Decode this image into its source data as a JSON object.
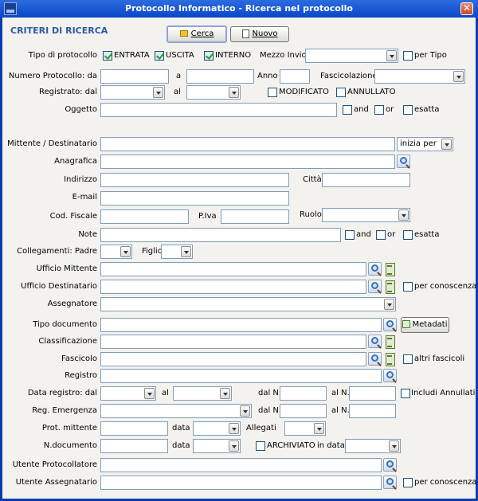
{
  "window": {
    "title": "Protocollo Informatico - Ricerca nel protocollo",
    "close_glyph": "✕"
  },
  "section_title": "CRITERI DI RICERCA",
  "buttons": {
    "cerca": "Cerca",
    "nuovo": "Nuovo",
    "metadati": "Metadati"
  },
  "labels": {
    "tipo_protocollo": "Tipo di protocollo",
    "entrata": "ENTRATA",
    "uscita": "USCITA",
    "interno": "INTERNO",
    "mezzo_invio": "Mezzo Invio",
    "per_tipo": "per Tipo",
    "numero_protocollo": "Numero Protocollo:  da",
    "a": "a",
    "anno": "Anno",
    "fascicolazione": "Fascicolazione",
    "registrato_dal": "Registrato: dal",
    "al": "al",
    "modificato": "MODIFICATO",
    "annullato": "ANNULLATO",
    "oggetto": "Oggetto",
    "and": "and",
    "or": "or",
    "esatta": "esatta",
    "mittente_destinatario": "Mittente / Destinatario",
    "anagrafica": "Anagrafica",
    "indirizzo": "Indirizzo",
    "citta": "Città",
    "email": "E-mail",
    "cod_fiscale": "Cod. Fiscale",
    "piva": "P.Iva",
    "ruolo": "Ruolo",
    "note": "Note",
    "collegamenti_padre": "Collegamenti: Padre",
    "figlio": "Figlio",
    "ufficio_mittente": "Ufficio Mittente",
    "ufficio_destinatario": "Ufficio Destinatario",
    "per_conoscenza": "per conoscenza",
    "assegnatore": "Assegnatore",
    "tipo_documento": "Tipo documento",
    "classificazione": "Classificazione",
    "fascicolo": "Fascicolo",
    "altri_fascicoli": "altri fascicoli",
    "registro": "Registro",
    "data_registro_dal": "Data registro: dal",
    "dal_n": "dal N.",
    "al_n": "al N.",
    "includi_annullati": "Includi Annullati",
    "reg_emergenza": "Reg. Emergenza",
    "prot_mittente": "Prot. mittente",
    "data": "data",
    "allegati": "Allegati",
    "n_documento": "N.documento",
    "archiviato": "ARCHIVIATO",
    "in_data": "in data",
    "utente_protocollatore": "Utente Protocollatore",
    "utente_assegnatario": "Utente Assegnatario"
  },
  "checkboxes": {
    "entrata": true,
    "uscita": true,
    "interno": true
  },
  "values": {
    "mittente_match_mode": "inizia per"
  },
  "icons": {
    "cerca": "flashlight-icon",
    "nuovo": "new-document-icon",
    "lookup": "magnifier-icon",
    "tree": "tree-icon",
    "metadati": "metadata-icon"
  }
}
